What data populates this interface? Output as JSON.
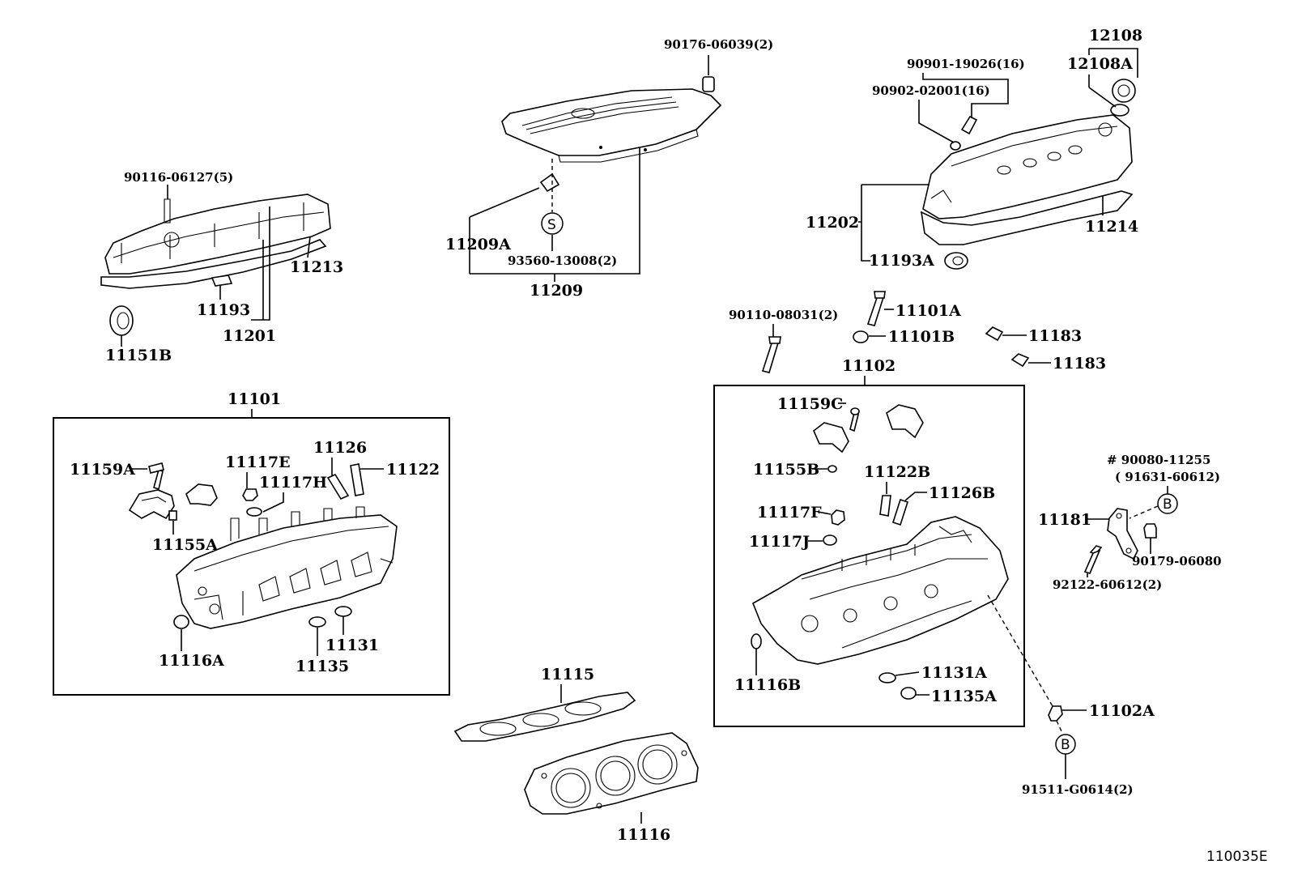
{
  "labels": {
    "p90116_06127": "90116-06127(5)",
    "p11213": "11213",
    "p11193": "11193",
    "p11201": "11201",
    "p11151B": "11151B",
    "p90176_06039": "90176-06039(2)",
    "p11209A": "11209A",
    "p93560_13008": "93560-13008(2)",
    "p11209": "11209",
    "p12108": "12108",
    "p12108A": "12108A",
    "p90901_19026": "90901-19026(16)",
    "p90902_02001": "90902-02001(16)",
    "p11202": "11202",
    "p11214": "11214",
    "p11193A": "11193A",
    "p90110_08031": "90110-08031(2)",
    "p11101A": "11101A",
    "p11101B": "11101B",
    "p11183a": "11183",
    "p11183b": "11183",
    "p11102": "11102",
    "p11101": "11101",
    "p11159A": "11159A",
    "p11117E": "11117E",
    "p11117H": "11117H",
    "p11126": "11126",
    "p11122": "11122",
    "p11155A": "11155A",
    "p11116A": "11116A",
    "p11135": "11135",
    "p11131": "11131",
    "p11159C": "11159C",
    "p11155B": "11155B",
    "p11122B": "11122B",
    "p11126B": "11126B",
    "p11117F": "11117F",
    "p11117J": "11117J",
    "p11116B": "11116B",
    "p11131A": "11131A",
    "p11135A": "11135A",
    "p11102A": "11102A",
    "p90080_11255": "# 90080-11255",
    "p91631_60612": "( 91631-60612)",
    "p11181": "11181",
    "p90179_06080": "90179-06080",
    "p92122_60612": "92122-60612(2)",
    "p91511_G0614": "91511-G0614(2)",
    "p11115": "11115",
    "p11116": "11116",
    "marker_s": "S",
    "marker_b1": "B",
    "marker_b2": "B",
    "diagram_id": "110035E"
  }
}
